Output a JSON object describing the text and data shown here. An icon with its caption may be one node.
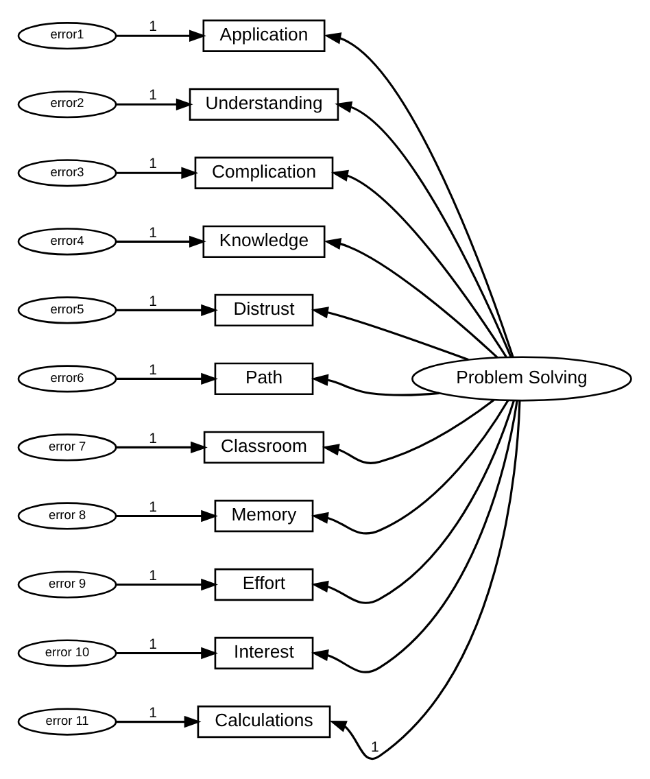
{
  "diagram": {
    "nodes": [
      {
        "text": [
          "error1"
        ]
      },
      {
        "text": [
          "error2"
        ]
      },
      {
        "text": [
          "error3"
        ]
      },
      {
        "text": [
          "error4"
        ]
      },
      {
        "text": [
          "error5"
        ]
      },
      {
        "text": [
          "error6"
        ]
      },
      {
        "text": [
          "error 7"
        ]
      },
      {
        "text": [
          "error 8"
        ]
      },
      {
        "text": [
          "error 9"
        ]
      },
      {
        "text": [
          "error 10"
        ]
      },
      {
        "text": [
          "error 11"
        ]
      },
      {
        "text": [
          "Application"
        ]
      },
      {
        "text": [
          "Understanding"
        ]
      },
      {
        "text": [
          "Complication"
        ]
      },
      {
        "text": [
          "Knowledge"
        ]
      },
      {
        "text": [
          "Distrust"
        ]
      },
      {
        "text": [
          "Path"
        ]
      },
      {
        "text": [
          "Classroom"
        ]
      },
      {
        "text": [
          "Memory"
        ]
      },
      {
        "text": [
          "Effort"
        ]
      },
      {
        "text": [
          "Interest"
        ]
      },
      {
        "text": [
          "Calculations"
        ]
      },
      {
        "text": [
          "Problem Solving"
        ]
      }
    ],
    "edges": [
      {
        "from": 0,
        "to": 11,
        "arrow": "to",
        "label": "1"
      },
      {
        "from": 1,
        "to": 12,
        "arrow": "to",
        "label": "1"
      },
      {
        "from": 2,
        "to": 13,
        "arrow": "to",
        "label": "1"
      },
      {
        "from": 3,
        "to": 14,
        "arrow": "to",
        "label": "1"
      },
      {
        "from": 4,
        "to": 15,
        "arrow": "to",
        "label": "1"
      },
      {
        "from": 5,
        "to": 16,
        "arrow": "to",
        "label": "1"
      },
      {
        "from": 6,
        "to": 17,
        "arrow": "to",
        "label": "1"
      },
      {
        "from": 7,
        "to": 18,
        "arrow": "to",
        "label": "1"
      },
      {
        "from": 8,
        "to": 19,
        "arrow": "to",
        "label": "1"
      },
      {
        "from": 9,
        "to": 20,
        "arrow": "to",
        "label": "1"
      },
      {
        "from": 10,
        "to": 21,
        "arrow": "to",
        "label": "1"
      },
      {
        "from": 22,
        "to": 11,
        "arrow": "to"
      },
      {
        "from": 22,
        "to": 12,
        "arrow": "to"
      },
      {
        "from": 22,
        "to": 13,
        "arrow": "to"
      },
      {
        "from": 22,
        "to": 14,
        "arrow": "to"
      },
      {
        "from": 22,
        "to": 15,
        "arrow": "to"
      },
      {
        "from": 22,
        "to": 16,
        "arrow": "to"
      },
      {
        "from": 22,
        "to": 17,
        "arrow": "to"
      },
      {
        "from": 22,
        "to": 18,
        "arrow": "to"
      },
      {
        "from": 22,
        "to": 19,
        "arrow": "to"
      },
      {
        "from": 22,
        "to": 20,
        "arrow": "to"
      },
      {
        "from": 22,
        "to": 21,
        "arrow": "to",
        "label": "1"
      }
    ]
  }
}
